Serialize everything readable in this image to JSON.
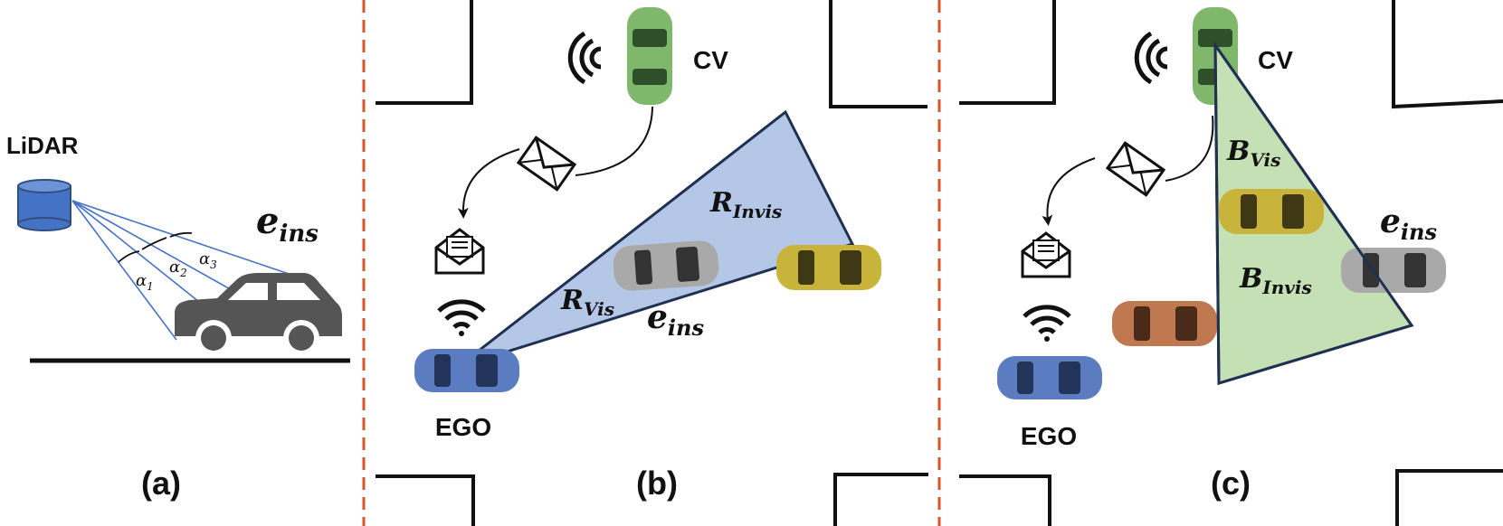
{
  "panel_a": {
    "lidar_label": "LiDAR",
    "angle_1": "α",
    "angle_1_sub": "1",
    "angle_2": "α",
    "angle_2_sub": "2",
    "angle_3": "α",
    "angle_3_sub": "3",
    "e_main": "e",
    "e_sub": "ins",
    "caption": "(a)"
  },
  "panel_b": {
    "cv_label": "CV",
    "ego_label": "EGO",
    "r_invis_main": "R",
    "r_invis_sub": "Invis",
    "r_vis_main": "R",
    "r_vis_sub": "Vis",
    "e_main": "e",
    "e_sub": "ins",
    "caption": "(b)"
  },
  "panel_c": {
    "cv_label": "CV",
    "ego_label": "EGO",
    "b_vis_main": "B",
    "b_vis_sub": "Vis",
    "b_invis_main": "B",
    "b_invis_sub": "Invis",
    "e_main": "e",
    "e_sub": "ins",
    "caption": "(c)"
  },
  "colors": {
    "divider": "#d9542b",
    "lidar": "#4472c4",
    "ray": "#4472c4",
    "car_icon": "#555555",
    "region_b_fill": "#b4c7e7",
    "region_c_fill": "#c5e0b4",
    "region_stroke": "#1f3050",
    "cv_car": "#7fb86a",
    "ego_car": "#5b7cc0",
    "gray_car": "#a9a9a9",
    "yellow_car": "#c8b43a",
    "orange_car": "#c07850"
  }
}
